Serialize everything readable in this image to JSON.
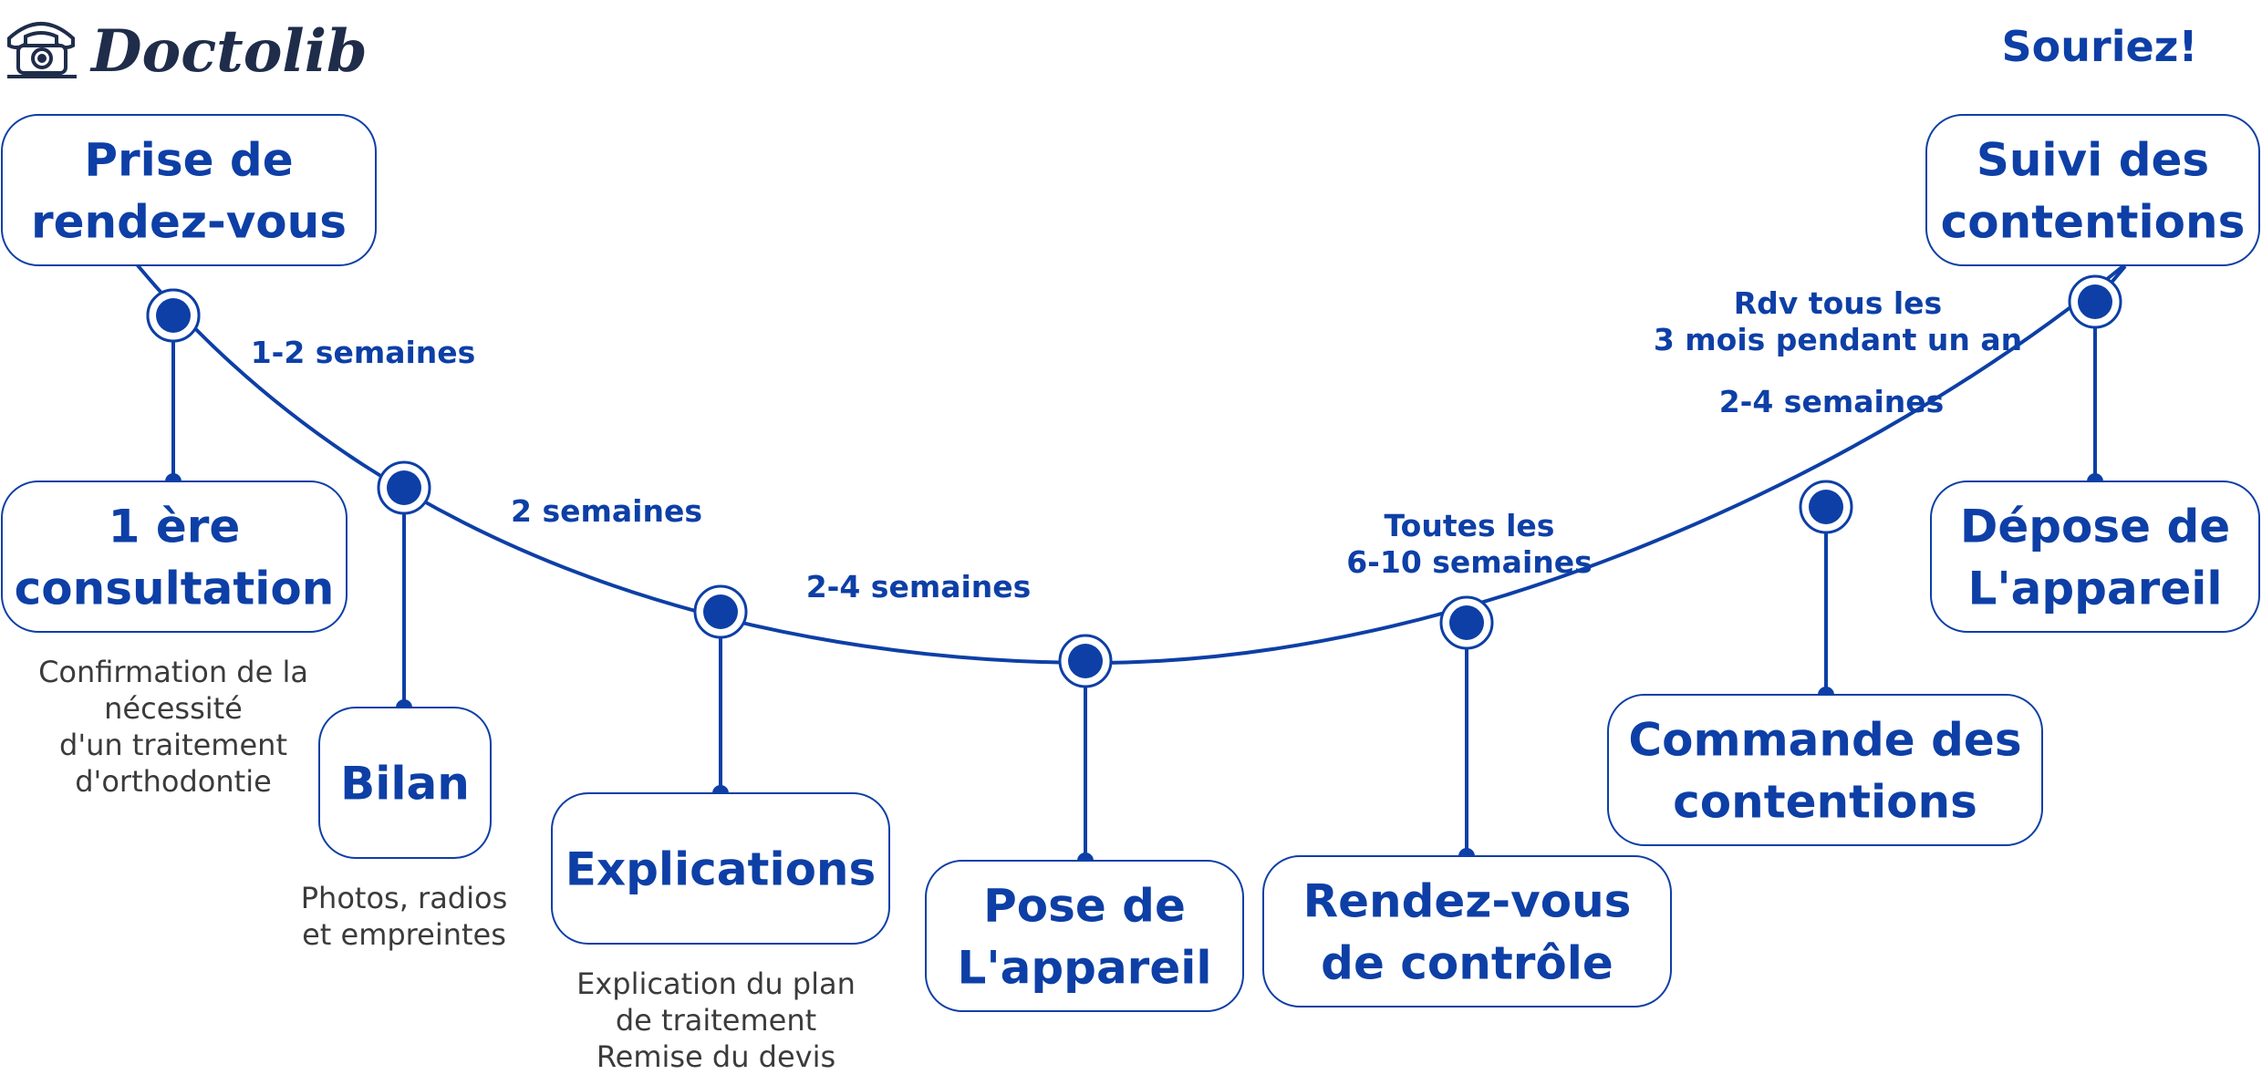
{
  "header": {
    "logo_text": "Doctolib",
    "logo_icon": "telephone-icon",
    "tagline": "Souriez!"
  },
  "colors": {
    "accent": "#0d3fa6",
    "box_border": "#0d3fa6",
    "description_text": "#3b3b3b"
  },
  "steps": [
    {
      "lines": [
        "Prise de",
        "rendez-vous"
      ],
      "description": []
    },
    {
      "lines": [
        "1 ère",
        "consultation"
      ],
      "description": [
        "Confirmation de la",
        "nécessité",
        "d'un traitement",
        "d'orthodontie"
      ]
    },
    {
      "lines": [
        "Bilan"
      ],
      "description": [
        "Photos, radios",
        "et empreintes"
      ]
    },
    {
      "lines": [
        "Explications"
      ],
      "description": [
        "Explication du plan",
        "de traitement",
        "Remise du devis"
      ]
    },
    {
      "lines": [
        "Pose de",
        "L'appareil"
      ],
      "description": []
    },
    {
      "lines": [
        "Rendez-vous",
        "de contrôle"
      ],
      "description": []
    },
    {
      "lines": [
        "Commande des",
        "contentions"
      ],
      "description": []
    },
    {
      "lines": [
        "Dépose de",
        "L'appareil"
      ],
      "description": []
    },
    {
      "lines": [
        "Suivi des",
        "contentions"
      ],
      "description": []
    }
  ],
  "intervals": [
    [
      "1-2 semaines"
    ],
    [
      "2 semaines"
    ],
    [
      "2-4 semaines"
    ],
    [
      "Toutes les",
      "6-10 semaines"
    ],
    [
      "2-4 semaines"
    ],
    [
      "Rdv tous les",
      "3 mois pendant un an"
    ]
  ]
}
